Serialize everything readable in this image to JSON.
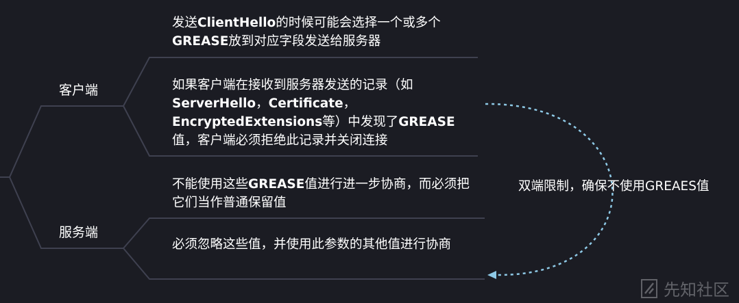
{
  "branches": {
    "client": {
      "label": "客户端",
      "items": [
        "发送ClientHello的时候可能会选择一个或多个GREASE放到对应字段发送给服务器",
        "如果客户端在接收到服务器发送的记录（如ServerHello，Certificate，EncryptedExtensions等）中发现了GREASE值，客户端必须拒绝此记录并关闭连接"
      ]
    },
    "server": {
      "label": "服务端",
      "items": [
        "不能使用这些GREASE值进行进一步协商，而必须把它们当作普通保留值",
        "必须忽略这些值，并使用此参数的其他值进行协商"
      ]
    }
  },
  "note": "双端限制，确保不使用GREAES值",
  "watermark": "先知社区",
  "colors": {
    "background": "#1b1c23",
    "lines": "#3f4150",
    "arrow": "#8ec9e6",
    "text": "#ffffff"
  }
}
